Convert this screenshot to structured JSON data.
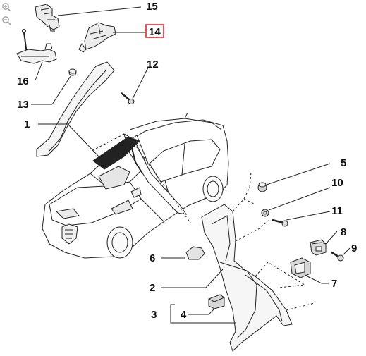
{
  "viewer": {
    "zoom_in_icon": "zoom-in-icon",
    "zoom_out_icon": "zoom-out-icon"
  },
  "callouts": {
    "c1": "1",
    "c2": "2",
    "c3": "3",
    "c4": "4",
    "c5": "5",
    "c6": "6",
    "c7": "7",
    "c8": "8",
    "c9": "9",
    "c10": "10",
    "c11": "11",
    "c12": "12",
    "c13": "13",
    "c14": "14",
    "c15": "15",
    "c16": "16"
  },
  "highlight": {
    "selected_callout": "14",
    "color": "#e0242e"
  }
}
